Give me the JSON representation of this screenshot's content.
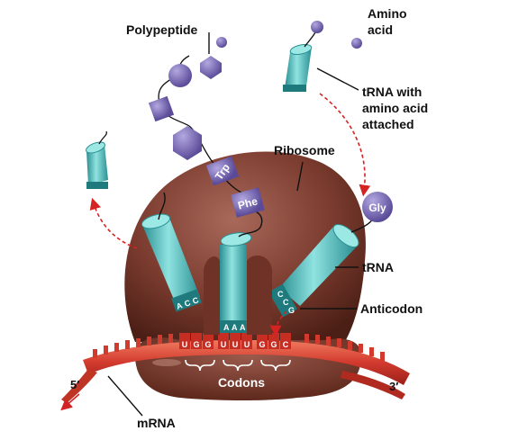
{
  "labels": {
    "polypeptide": "Polypeptide",
    "amino_acid_line1": "Amino",
    "amino_acid_line2": "acid",
    "trna_with_aa_line1": "tRNA with",
    "trna_with_aa_line2": "amino acid",
    "trna_with_aa_line3": "attached",
    "ribosome": "Ribosome",
    "trna": "tRNA",
    "anticodon": "Anticodon",
    "codons": "Codons",
    "mrna": "mRNA",
    "five_prime": "5′",
    "three_prime": "3′"
  },
  "amino_acids": {
    "trp": "Trp",
    "phe": "Phe",
    "gly": "Gly"
  },
  "anticodons": {
    "left": [
      "A",
      "C",
      "C"
    ],
    "middle": [
      "A",
      "A",
      "A"
    ],
    "right": [
      "C",
      "C",
      "G"
    ]
  },
  "mrna_bases": [
    "U",
    "G",
    "G",
    "U",
    "U",
    "U",
    "G",
    "G",
    "C"
  ],
  "colors": {
    "ribosome": "#7a3b2e",
    "trna": "#4fc2c2",
    "mrna": "#d23a2e",
    "amino_acid": "#7b6bb8",
    "arrow": "#d42323"
  }
}
